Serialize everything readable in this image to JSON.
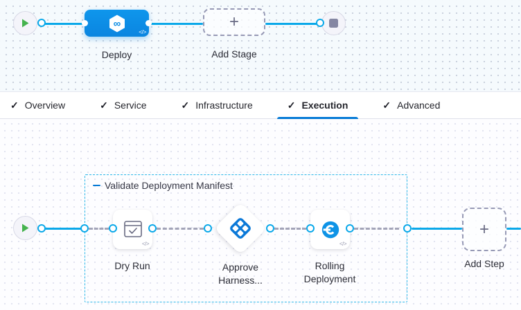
{
  "stage_flow": {
    "stage_label": "Deploy",
    "add_stage_label": "Add Stage"
  },
  "tabs": [
    {
      "label": "Overview",
      "active": false
    },
    {
      "label": "Service",
      "active": false
    },
    {
      "label": "Infrastructure",
      "active": false
    },
    {
      "label": "Execution",
      "active": true
    },
    {
      "label": "Advanced",
      "active": false
    }
  ],
  "execution": {
    "group_label": "Validate Deployment Manifest",
    "steps": [
      {
        "label": "Dry Run"
      },
      {
        "label": "Approve Harness..."
      },
      {
        "label": "Rolling Deployment"
      }
    ],
    "add_step_label": "Add Step"
  },
  "glyphs": {
    "code": "</>",
    "check": "✓",
    "plus": "+",
    "infinity": "∞"
  },
  "colors": {
    "connector_line": "#0aa8e9",
    "stage_node": "#0b8ce4",
    "active_tab_underline": "#0278d5",
    "group_border": "#2ab6e8",
    "dashed_connector": "#a3a4b8",
    "play_green": "#45b34e",
    "stop_gray": "#8587a3",
    "approval_icon_blue": "#0b79d8",
    "rolling_icon_blue": "#0e93e6"
  }
}
